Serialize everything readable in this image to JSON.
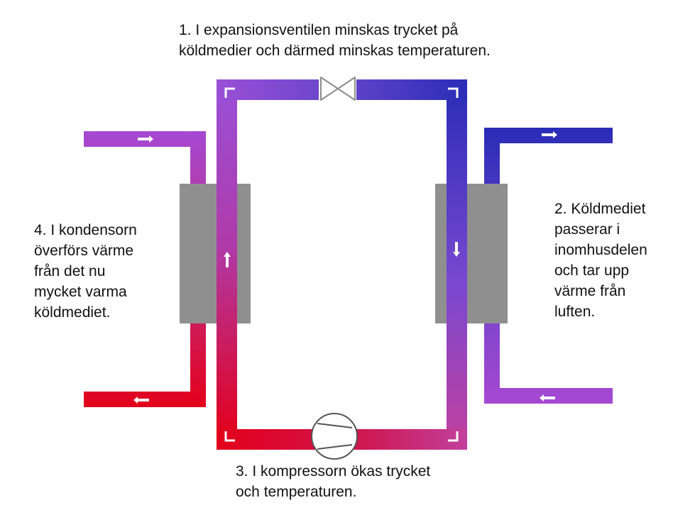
{
  "labels": {
    "expansion_valve": {
      "lines": [
        "1. I expansionsventilen minskas trycket på",
        "köldmedier och därmed minskas temperaturen."
      ]
    },
    "evaporator": {
      "lines": [
        "2. Köldmediet",
        "passerar i",
        "inomhusdelen",
        "och tar upp",
        "värme från",
        "luften."
      ]
    },
    "compressor": {
      "lines": [
        "3. I kompressorn ökas trycket",
        "och temperaturen."
      ]
    },
    "condenser": {
      "lines": [
        "4. I kondensorn",
        "överförs värme",
        "från det nu",
        "mycket varma",
        "köldmediet."
      ]
    }
  },
  "colors": {
    "hot": "#e3001b",
    "warm": "#a548d2",
    "cold": "#2a2db8",
    "exchanger": "#8f8f8f",
    "arrow": "#ffffff",
    "valve_stroke": "#8c8c8c",
    "compressor_stroke": "#555555"
  },
  "icons": {
    "expansion_valve": "bowtie-valve-icon",
    "compressor": "circle-compressor-icon",
    "flow_arrow": "arrow-icon"
  }
}
